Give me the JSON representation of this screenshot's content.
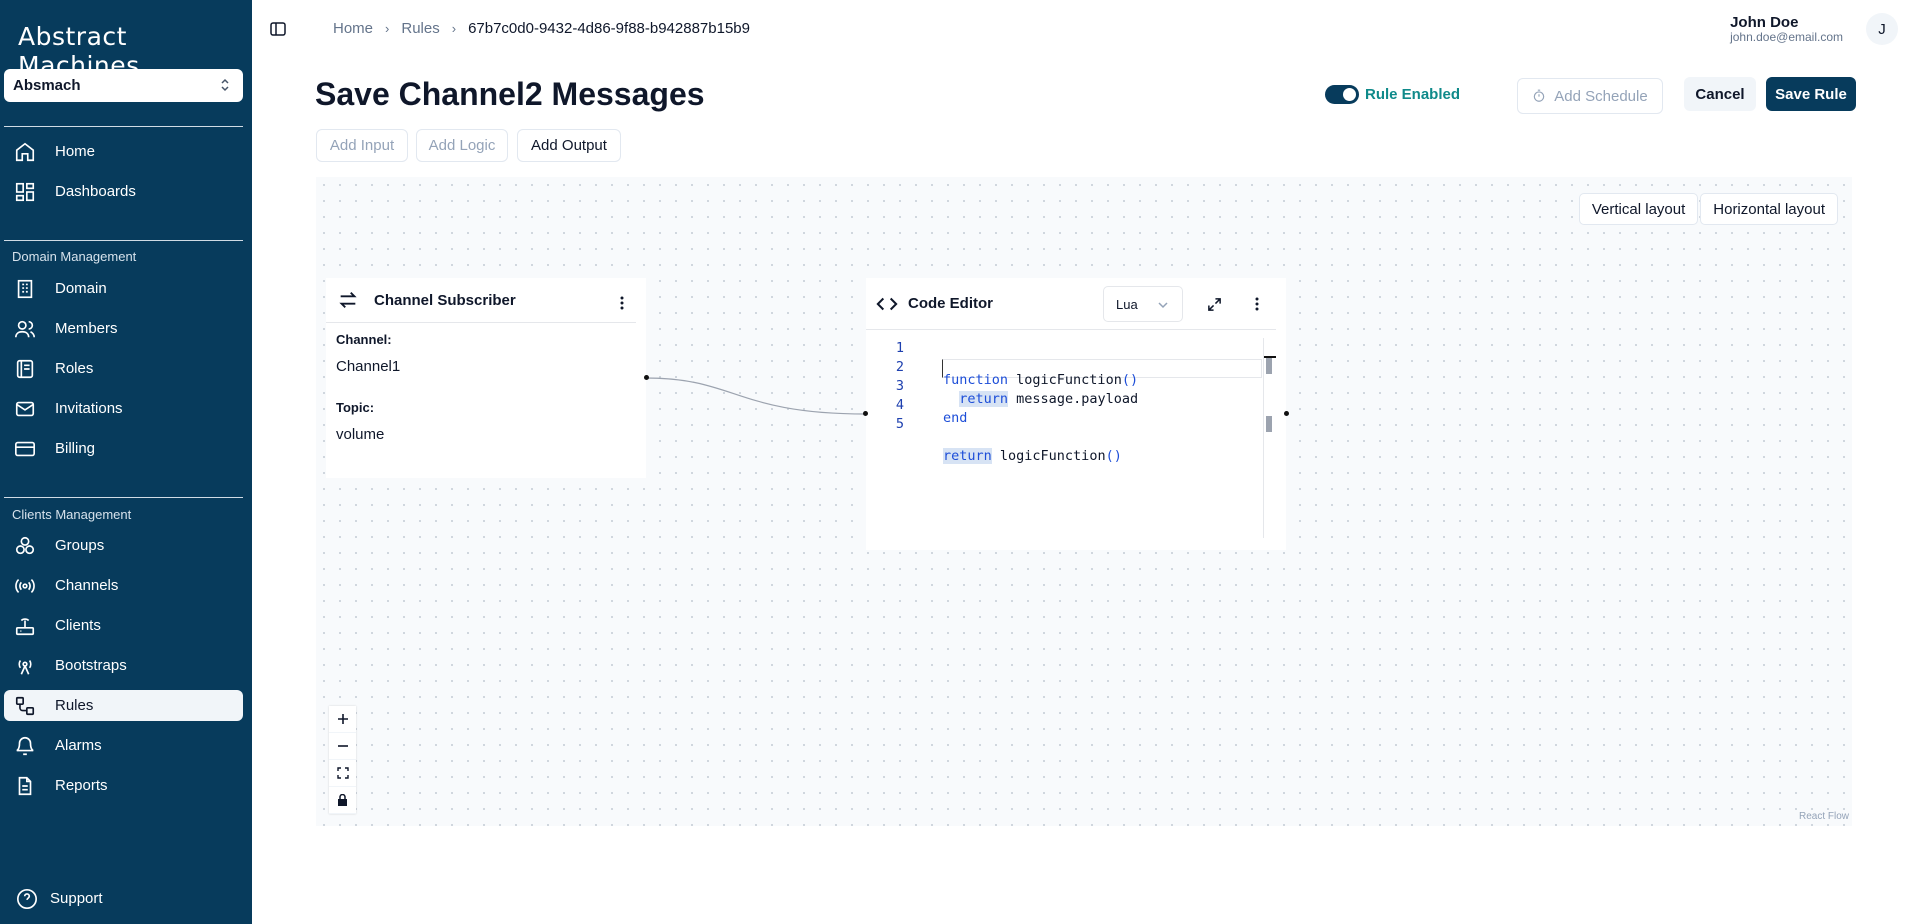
{
  "app": {
    "logo_text": "Abstract Machines",
    "org_select": {
      "value": "Absmach"
    }
  },
  "sidebar": {
    "items": [
      {
        "label": "Home",
        "icon": "home-icon"
      },
      {
        "label": "Dashboards",
        "icon": "dashboard-icon"
      }
    ],
    "domain_group": {
      "label": "Domain Management",
      "items": [
        {
          "label": "Domain",
          "icon": "building-icon"
        },
        {
          "label": "Members",
          "icon": "users-icon"
        },
        {
          "label": "Roles",
          "icon": "book-icon"
        },
        {
          "label": "Invitations",
          "icon": "mail-icon"
        },
        {
          "label": "Billing",
          "icon": "credit-card-icon"
        }
      ]
    },
    "clients_group": {
      "label": "Clients Management",
      "items": [
        {
          "label": "Groups",
          "icon": "groups-icon"
        },
        {
          "label": "Channels",
          "icon": "radio-icon"
        },
        {
          "label": "Clients",
          "icon": "router-icon"
        },
        {
          "label": "Bootstraps",
          "icon": "antenna-icon"
        },
        {
          "label": "Rules",
          "icon": "workflow-icon",
          "active": true
        },
        {
          "label": "Alarms",
          "icon": "bell-icon"
        },
        {
          "label": "Reports",
          "icon": "file-icon"
        }
      ]
    },
    "support_label": "Support"
  },
  "header": {
    "breadcrumb": [
      "Home",
      "Rules",
      "67b7c0d0-9432-4d86-9f88-b942887b15b9"
    ],
    "user": {
      "name": "John Doe",
      "email": "john.doe@email.com",
      "initial": "J"
    }
  },
  "page": {
    "title": "Save Channel2 Messages",
    "rule_enabled_label": "Rule Enabled",
    "rule_enabled": true,
    "add_schedule_label": "Add Schedule",
    "cancel_label": "Cancel",
    "save_label": "Save Rule",
    "add_input_label": "Add Input",
    "add_logic_label": "Add Logic",
    "add_output_label": "Add Output"
  },
  "canvas": {
    "vertical_layout_label": "Vertical layout",
    "horizontal_layout_label": "Horizontal layout",
    "attribution": "React Flow",
    "subscriber_node": {
      "title": "Channel Subscriber",
      "channel_label": "Channel:",
      "channel_value": "Channel1",
      "topic_label": "Topic:",
      "topic_value": "volume"
    },
    "code_node": {
      "title": "Code Editor",
      "language": "Lua",
      "lines": [
        {
          "num": "1",
          "code": "function logicFunction()"
        },
        {
          "num": "2",
          "code": "  return message.payload"
        },
        {
          "num": "3",
          "code": "end"
        },
        {
          "num": "4",
          "code": ""
        },
        {
          "num": "5",
          "code": "return logicFunction()"
        }
      ]
    }
  },
  "colors": {
    "sidebar_bg": "#073b5c",
    "accent_teal": "#0f8a8a",
    "primary": "#073b5c"
  }
}
